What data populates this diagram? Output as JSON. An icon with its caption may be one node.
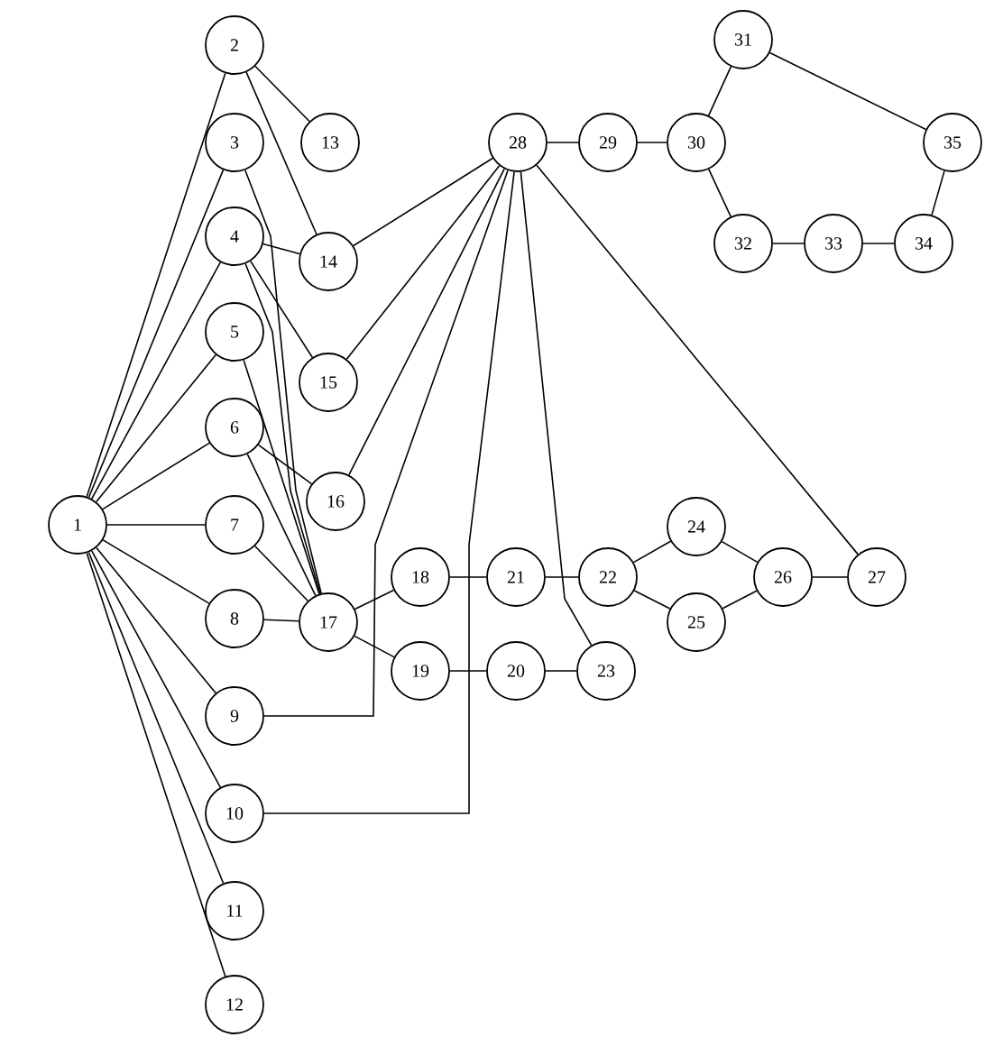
{
  "diagram": {
    "nodes": [
      {
        "text": [
          "1"
        ]
      },
      {
        "text": [
          "2"
        ]
      },
      {
        "text": [
          "3"
        ]
      },
      {
        "text": [
          "4"
        ]
      },
      {
        "text": [
          "5"
        ]
      },
      {
        "text": [
          "6"
        ]
      },
      {
        "text": [
          "7"
        ]
      },
      {
        "text": [
          "8"
        ]
      },
      {
        "text": [
          "9"
        ]
      },
      {
        "text": [
          "10"
        ]
      },
      {
        "text": [
          "11"
        ]
      },
      {
        "text": [
          "12"
        ]
      },
      {
        "text": [
          "13"
        ]
      },
      {
        "text": [
          "14"
        ]
      },
      {
        "text": [
          "15"
        ]
      },
      {
        "text": [
          "16"
        ]
      },
      {
        "text": [
          "17"
        ]
      },
      {
        "text": [
          "18"
        ]
      },
      {
        "text": [
          "19"
        ]
      },
      {
        "text": [
          "20"
        ]
      },
      {
        "text": [
          "21"
        ]
      },
      {
        "text": [
          "22"
        ]
      },
      {
        "text": [
          "23"
        ]
      },
      {
        "text": [
          "24"
        ]
      },
      {
        "text": [
          "25"
        ]
      },
      {
        "text": [
          "26"
        ]
      },
      {
        "text": [
          "27"
        ]
      },
      {
        "text": [
          "28"
        ]
      },
      {
        "text": [
          "29"
        ]
      },
      {
        "text": [
          "30"
        ]
      },
      {
        "text": [
          "31"
        ]
      },
      {
        "text": [
          "32"
        ]
      },
      {
        "text": [
          "33"
        ]
      },
      {
        "text": [
          "34"
        ]
      },
      {
        "text": [
          "35"
        ]
      }
    ],
    "edges": [
      {
        "from": 0,
        "to": 1,
        "arrow": "none"
      },
      {
        "from": 0,
        "to": 2,
        "arrow": "none"
      },
      {
        "from": 0,
        "to": 3,
        "arrow": "none"
      },
      {
        "from": 0,
        "to": 4,
        "arrow": "none"
      },
      {
        "from": 0,
        "to": 5,
        "arrow": "none"
      },
      {
        "from": 0,
        "to": 6,
        "arrow": "none"
      },
      {
        "from": 0,
        "to": 7,
        "arrow": "none"
      },
      {
        "from": 0,
        "to": 8,
        "arrow": "none"
      },
      {
        "from": 0,
        "to": 9,
        "arrow": "none"
      },
      {
        "from": 0,
        "to": 10,
        "arrow": "none"
      },
      {
        "from": 0,
        "to": 11,
        "arrow": "none"
      },
      {
        "from": 1,
        "to": 12,
        "arrow": "none"
      },
      {
        "from": 1,
        "to": 13,
        "arrow": "none"
      },
      {
        "from": 3,
        "to": 13,
        "arrow": "none"
      },
      {
        "from": 3,
        "to": 14,
        "arrow": "none"
      },
      {
        "from": 5,
        "to": 15,
        "arrow": "none"
      },
      {
        "from": 2,
        "to": 16,
        "arrow": "none"
      },
      {
        "from": 3,
        "to": 16,
        "arrow": "none"
      },
      {
        "from": 4,
        "to": 16,
        "arrow": "none"
      },
      {
        "from": 5,
        "to": 16,
        "arrow": "none"
      },
      {
        "from": 6,
        "to": 16,
        "arrow": "none"
      },
      {
        "from": 7,
        "to": 16,
        "arrow": "none"
      },
      {
        "from": 16,
        "to": 17,
        "arrow": "none"
      },
      {
        "from": 16,
        "to": 18,
        "arrow": "none"
      },
      {
        "from": 17,
        "to": 20,
        "arrow": "none"
      },
      {
        "from": 18,
        "to": 19,
        "arrow": "none"
      },
      {
        "from": 19,
        "to": 22,
        "arrow": "none"
      },
      {
        "from": 20,
        "to": 21,
        "arrow": "none"
      },
      {
        "from": 21,
        "to": 23,
        "arrow": "none"
      },
      {
        "from": 21,
        "to": 24,
        "arrow": "none"
      },
      {
        "from": 23,
        "to": 25,
        "arrow": "none"
      },
      {
        "from": 24,
        "to": 25,
        "arrow": "none"
      },
      {
        "from": 25,
        "to": 26,
        "arrow": "none"
      },
      {
        "from": 27,
        "to": 13,
        "arrow": "none"
      },
      {
        "from": 27,
        "to": 14,
        "arrow": "none"
      },
      {
        "from": 27,
        "to": 15,
        "arrow": "none"
      },
      {
        "from": 27,
        "to": 8,
        "arrow": "none"
      },
      {
        "from": 27,
        "to": 9,
        "arrow": "none"
      },
      {
        "from": 27,
        "to": 22,
        "arrow": "none"
      },
      {
        "from": 27,
        "to": 26,
        "arrow": "none"
      },
      {
        "from": 27,
        "to": 28,
        "arrow": "none"
      },
      {
        "from": 28,
        "to": 29,
        "arrow": "none"
      },
      {
        "from": 29,
        "to": 30,
        "arrow": "none"
      },
      {
        "from": 30,
        "to": 34,
        "arrow": "none"
      },
      {
        "from": 34,
        "to": 33,
        "arrow": "none"
      },
      {
        "from": 33,
        "to": 32,
        "arrow": "none"
      },
      {
        "from": 32,
        "to": 31,
        "arrow": "none"
      },
      {
        "from": 31,
        "to": 29,
        "arrow": "none"
      }
    ]
  }
}
